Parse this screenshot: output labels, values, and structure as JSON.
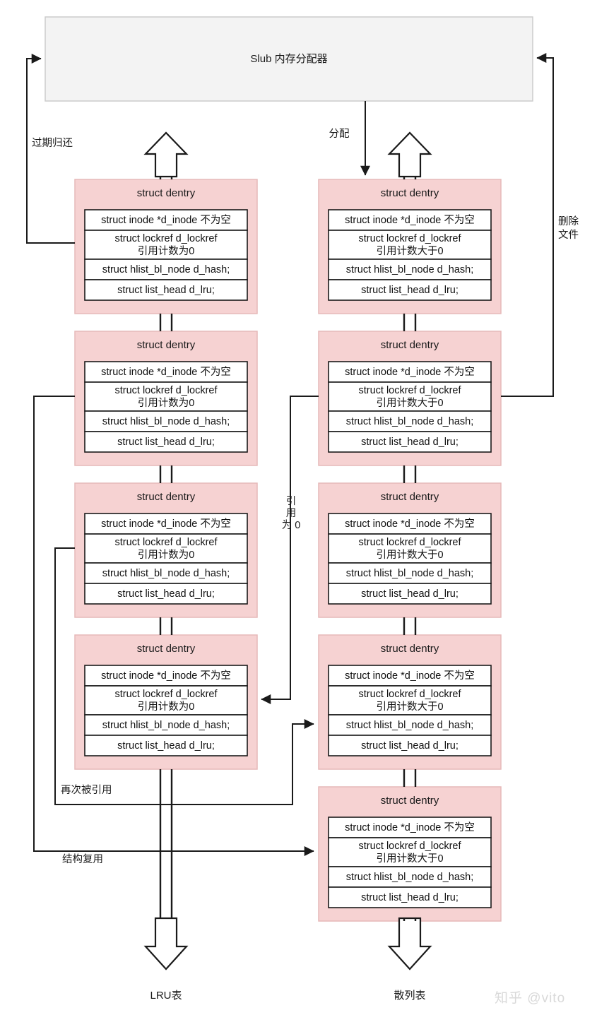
{
  "diagram": {
    "title_block": {
      "label": "Slub 内存分配器"
    },
    "fields": {
      "inode": "struct inode *d_inode 不为空",
      "lockref_zero": "struct lockref d_lockref\n引用计数为0",
      "lockref_gt": "struct lockref d_lockref\n引用计数大于0",
      "hash": "struct hlist_bl_node d_hash;",
      "lru": "struct list_head d_lru;"
    },
    "node_title": "struct dentry",
    "left_column": [
      {
        "title": "struct dentry",
        "refcount": "zero"
      },
      {
        "title": "struct dentry",
        "refcount": "zero"
      },
      {
        "title": "struct dentry",
        "refcount": "zero"
      },
      {
        "title": "struct dentry",
        "refcount": "zero"
      }
    ],
    "right_column": [
      {
        "title": "struct dentry",
        "refcount": "gt"
      },
      {
        "title": "struct dentry",
        "refcount": "gt"
      },
      {
        "title": "struct dentry",
        "refcount": "gt"
      },
      {
        "title": "struct dentry",
        "refcount": "gt"
      },
      {
        "title": "struct dentry",
        "refcount": "gt"
      }
    ],
    "edge_labels": {
      "expire_return": "过期归还",
      "allocate": "分配",
      "delete_file": "删除\n文件",
      "ref_zero": "引\n用\n为\n0",
      "referenced_again": "再次被引用",
      "struct_reuse": "结构复用"
    },
    "bottom_labels": {
      "lru_list": "LRU表",
      "hash_list": "散列表"
    },
    "watermark": "知乎 @vito",
    "colors": {
      "node_fill": "#f6d2d2",
      "node_border": "#e6b9b9",
      "field_fill": "#ffffff",
      "field_border": "#1a1a1a",
      "slub_fill": "#f3f3f3",
      "slub_border": "#cccccc",
      "line": "#1a1a1a",
      "watermark": "#d9d9d9"
    }
  }
}
